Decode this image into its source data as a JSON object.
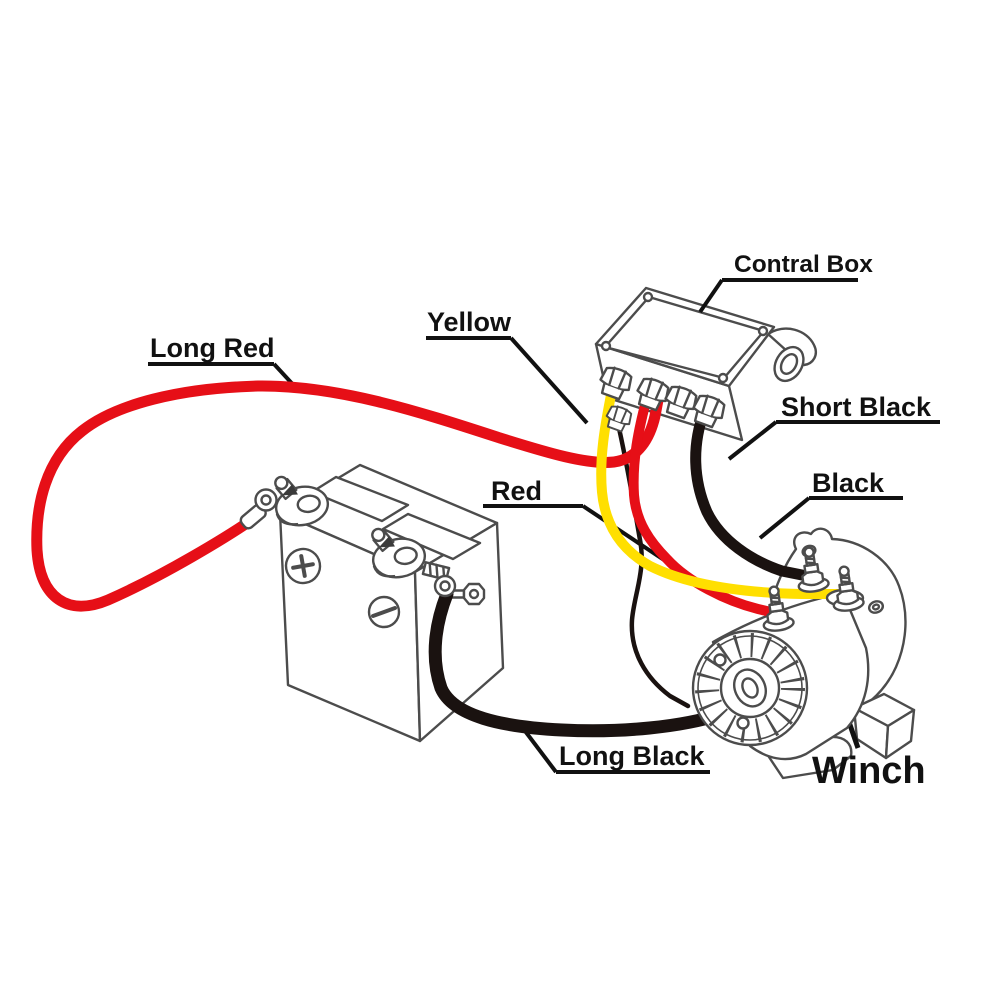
{
  "diagram": {
    "labels": {
      "long_red": "Long Red",
      "yellow": "Yellow",
      "contral_box": "Contral Box",
      "short_black": "Short Black",
      "black": "Black",
      "red": "Red",
      "long_black": "Long Black",
      "winch": "Winch"
    },
    "battery": {
      "positive_symbol": "+",
      "negative_symbol": "−"
    },
    "colors": {
      "wire_red": "#e60f17",
      "wire_yellow": "#ffdf00",
      "wire_black": "#1a1210",
      "outline": "#4c4c4c",
      "label": "#111111"
    }
  }
}
